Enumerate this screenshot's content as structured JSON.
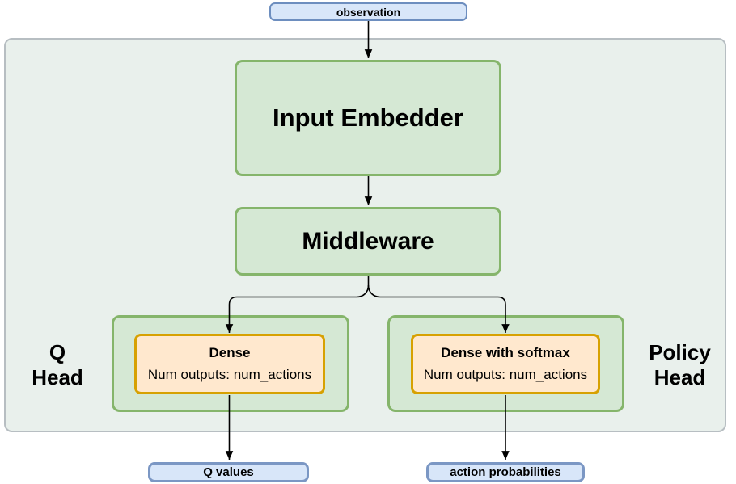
{
  "diagram": {
    "nodes": {
      "observation": {
        "label": "observation"
      },
      "input_embedder": {
        "label": "Input Embedder"
      },
      "middleware": {
        "label": "Middleware"
      },
      "q_head": {
        "label": "Q Head"
      },
      "policy_head": {
        "label": "Policy Head"
      },
      "q_dense": {
        "title": "Dense",
        "subtitle": "Num outputs: num_actions"
      },
      "policy_dense": {
        "title": "Dense with softmax",
        "subtitle": "Num outputs: num_actions"
      },
      "q_values": {
        "label": "Q values"
      },
      "action_probabilities": {
        "label": "action probabilities"
      }
    },
    "edges": [
      {
        "from": "observation",
        "to": "input_embedder"
      },
      {
        "from": "input_embedder",
        "to": "middleware"
      },
      {
        "from": "middleware",
        "to": "q_dense"
      },
      {
        "from": "middleware",
        "to": "policy_dense"
      },
      {
        "from": "q_dense",
        "to": "q_values"
      },
      {
        "from": "policy_dense",
        "to": "action_probabilities"
      }
    ],
    "colors": {
      "container_fill": "#e9f0ec",
      "container_border": "#b7bec2",
      "green_fill": "#d5e8d4",
      "green_border": "#85b56b",
      "orange_fill": "#ffe8ce",
      "orange_border": "#d7a102",
      "blue_fill": "#d8e6f9",
      "blue_border": "#6d8ebf",
      "arrow": "#000000"
    }
  }
}
